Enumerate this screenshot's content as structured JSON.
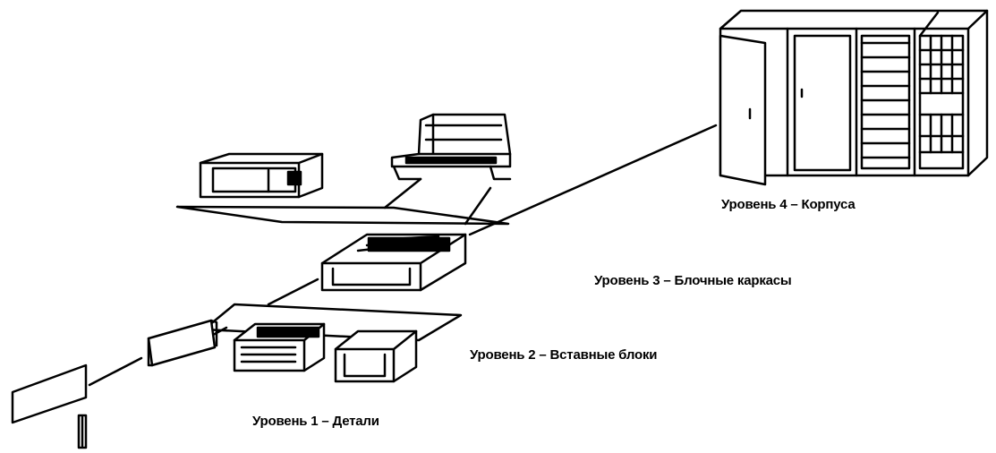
{
  "levels": [
    {
      "label": "Уровень 4 – Корпуса"
    },
    {
      "label": "Уровень 3 – Блочные каркасы"
    },
    {
      "label": "Уровень 2 – Вставные блоки"
    },
    {
      "label": "Уровень 1 – Детали"
    }
  ]
}
